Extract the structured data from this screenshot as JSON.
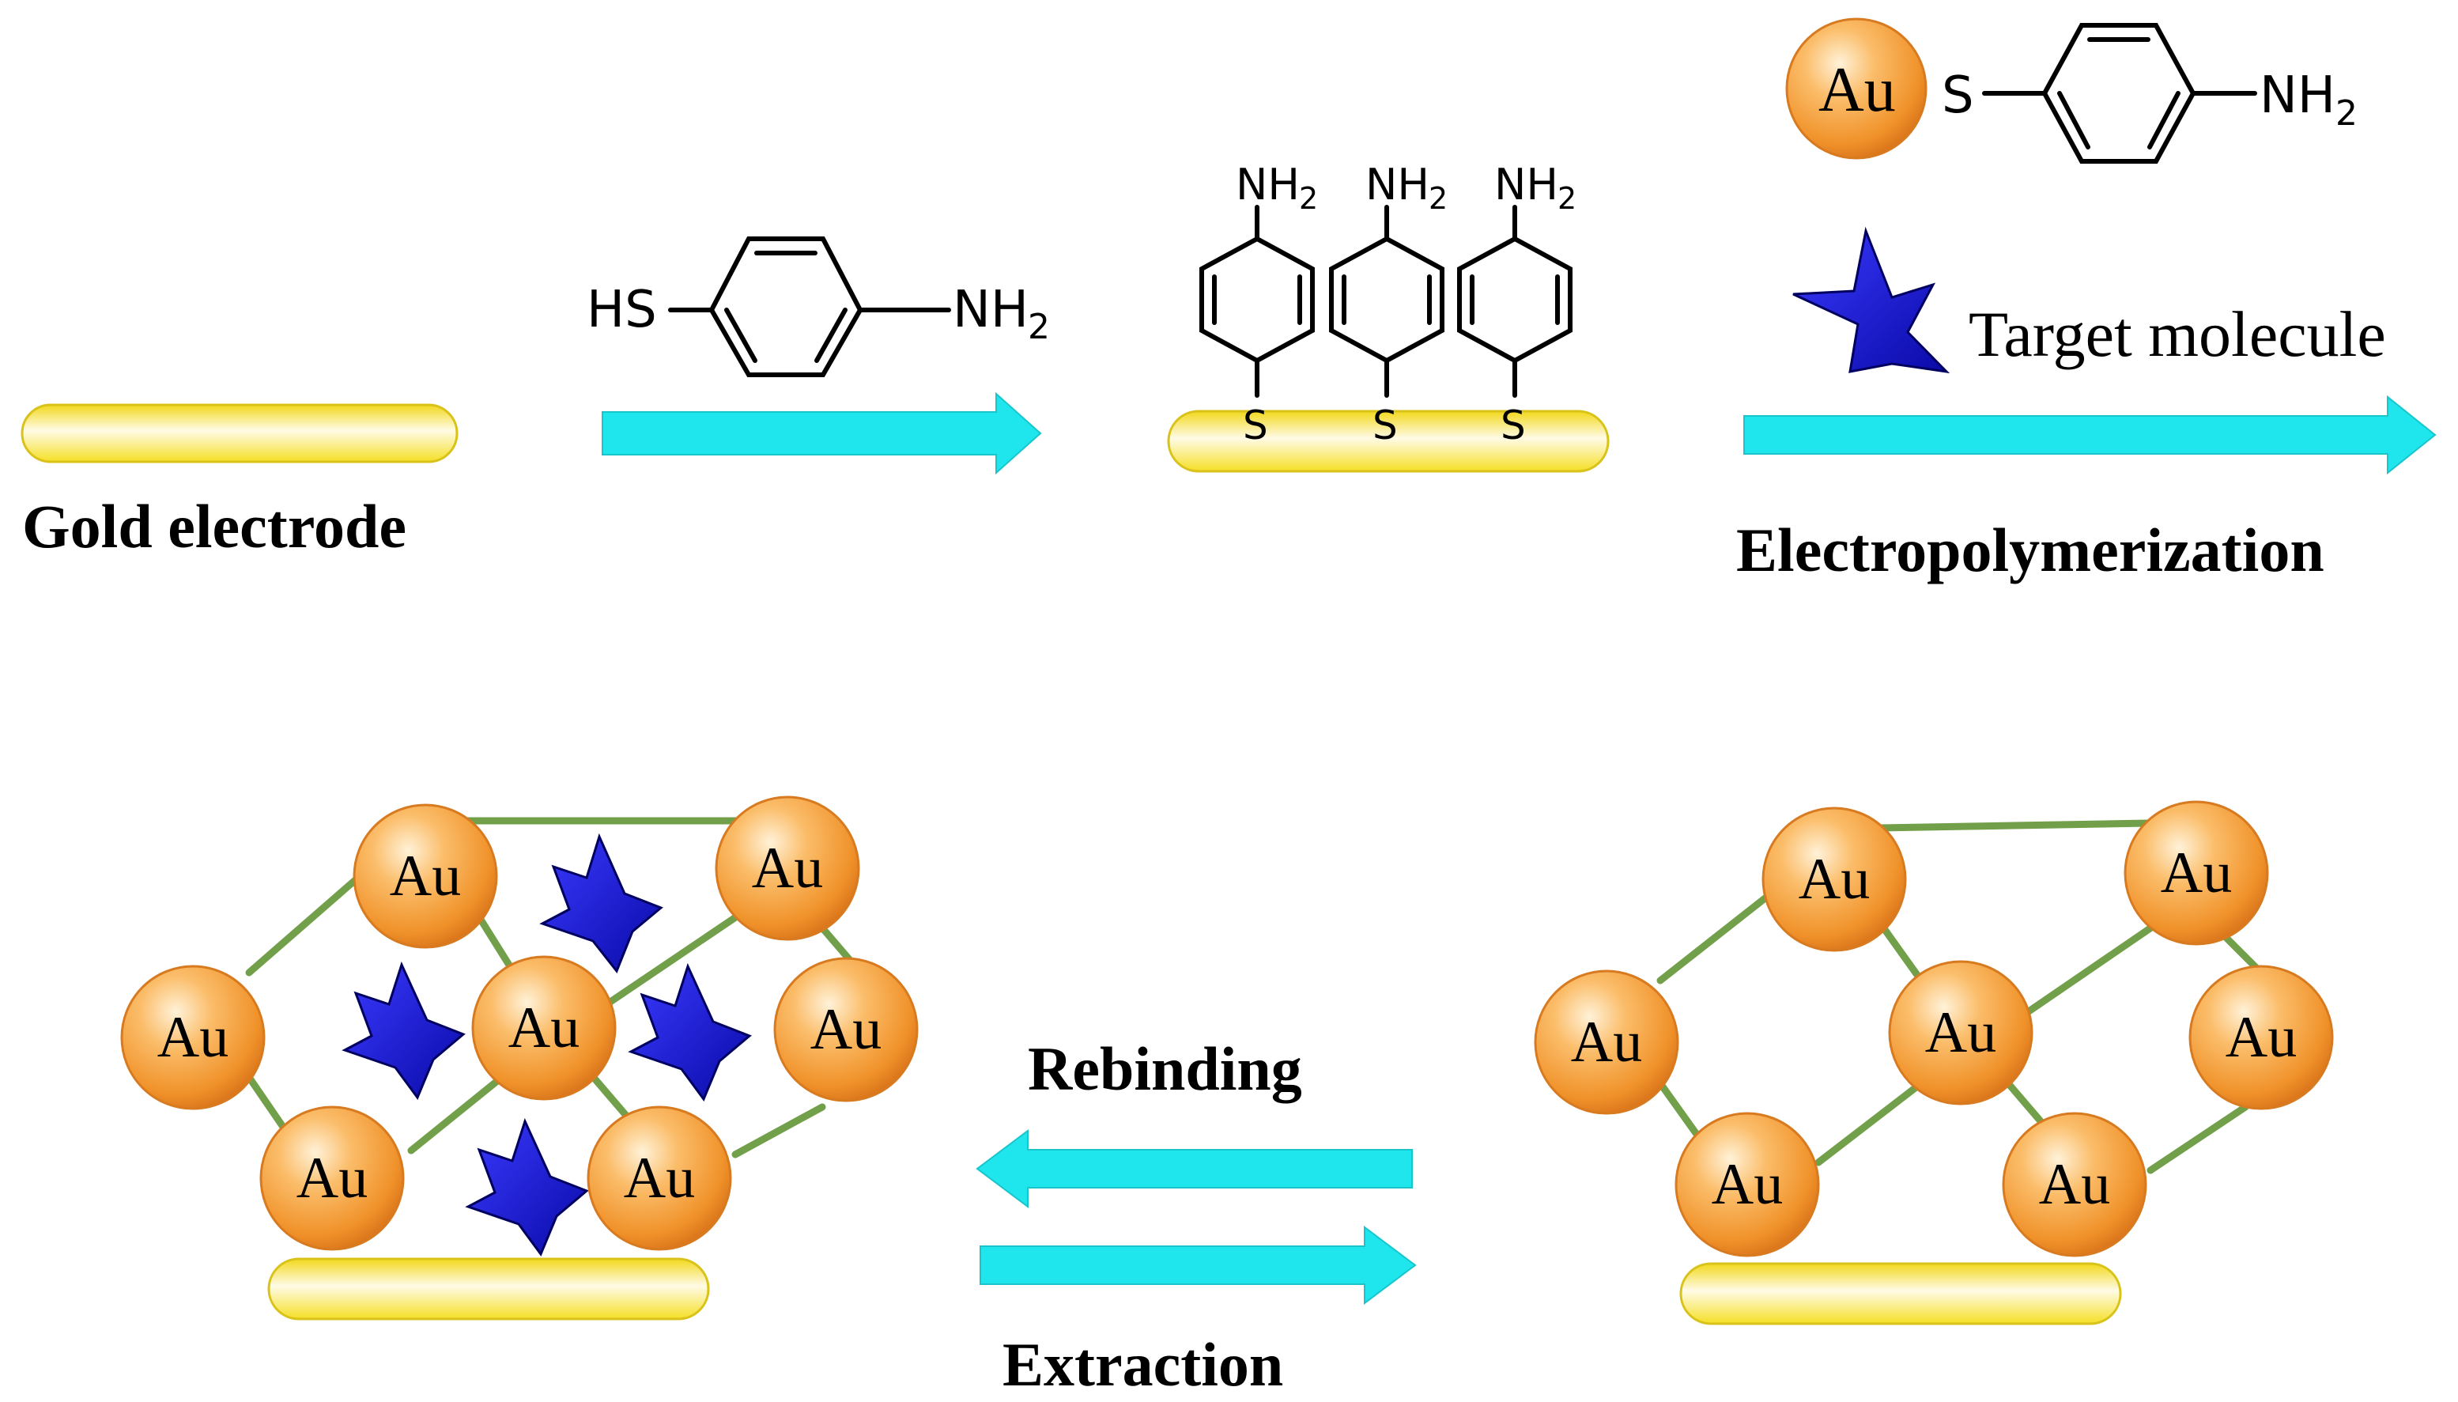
{
  "labels": {
    "gold_electrode": "Gold electrode",
    "electropolymerization": "Electropolymerization",
    "rebinding": "Rebinding",
    "extraction": "Extraction",
    "target_molecule": "Target molecule"
  },
  "chem": {
    "thiol": "HS",
    "amine": "NH",
    "sub_2": "2",
    "sulfur": "S",
    "gold": "Au"
  },
  "colors": {
    "arrow": "#1fe6ec",
    "gold_bar": "#f5e12a",
    "au_sphere": "#f39a2f",
    "star": "#1212d4",
    "link": "#72a04a"
  }
}
